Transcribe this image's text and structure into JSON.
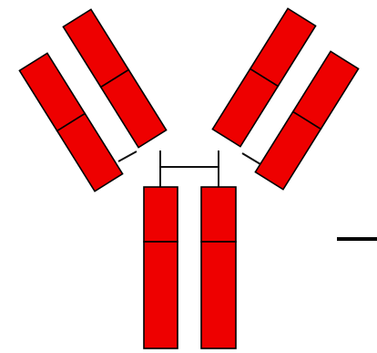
{
  "diagram": {
    "background": "#ffffff",
    "colors": {
      "domain_fill": "#ee0000",
      "outline": "#000000",
      "linker": "#111111",
      "annotation_line": "#000000"
    },
    "parts": {
      "heavy_chains": 2,
      "light_chains": 2,
      "domains_per_chain": 2,
      "hinge_bond": true,
      "light_heavy_links": 2,
      "annotation_pointer": true
    }
  }
}
